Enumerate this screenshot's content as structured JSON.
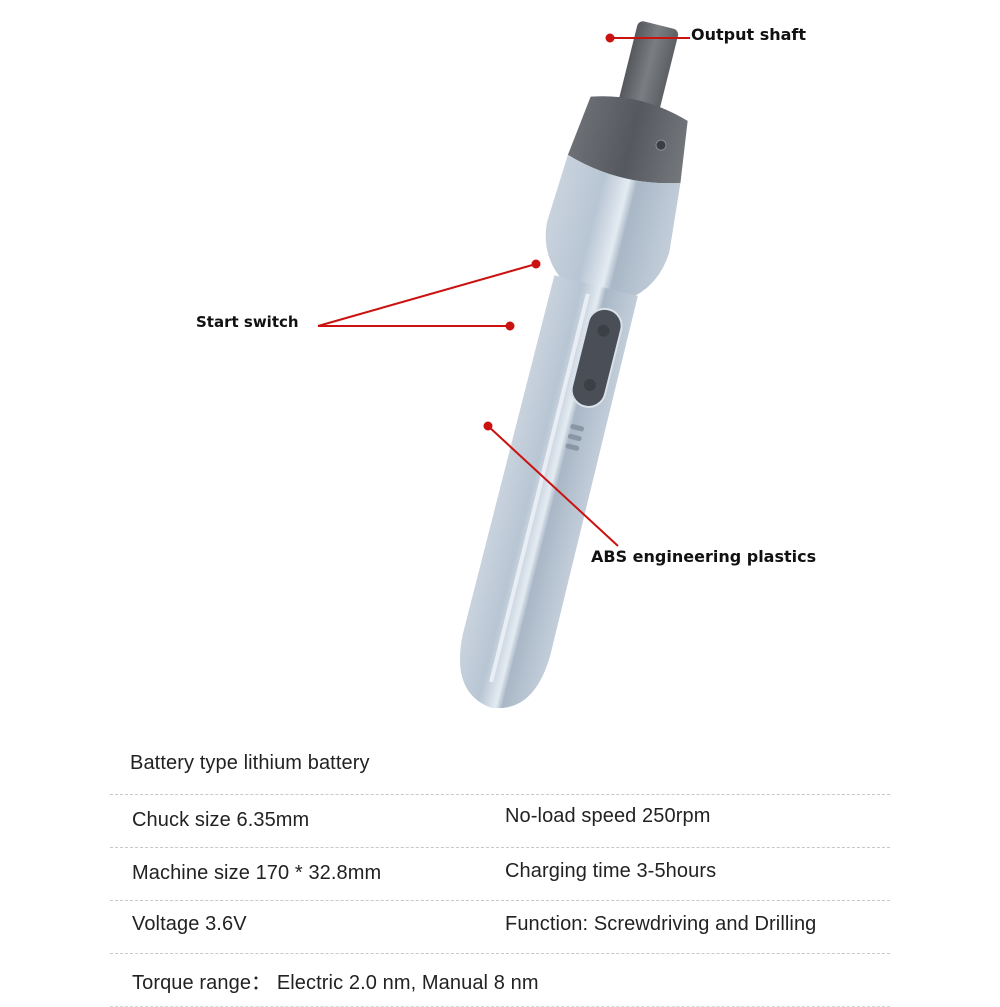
{
  "figure": {
    "subject": "electric screwdriver",
    "callouts": [
      {
        "label": "Output shaft"
      },
      {
        "label": "Start switch"
      },
      {
        "label": "ABS engineering plastics"
      }
    ],
    "colors": {
      "body": "#b9c6d4",
      "body_shadow": "#9eadbd",
      "body_highlight": "#e3eaf1",
      "head": "#5f6368",
      "shaft": "#6b6e72",
      "switch_panel": "#4a4f57",
      "callout_line": "#cc1111"
    }
  },
  "specs": {
    "rows": [
      {
        "left": "Battery type lithium battery",
        "right": ""
      },
      {
        "left": "Chuck size 6.35mm",
        "right": "No-load speed 250rpm"
      },
      {
        "left": "Machine size 170 * 32.8mm",
        "right": "Charging time 3-5hours"
      },
      {
        "left": "Voltage 3.6V",
        "right": "Function: Screwdriving and Drilling"
      },
      {
        "left": "Torque range：  Electric 2.0 nm, Manual 8 nm",
        "right": ""
      }
    ]
  }
}
